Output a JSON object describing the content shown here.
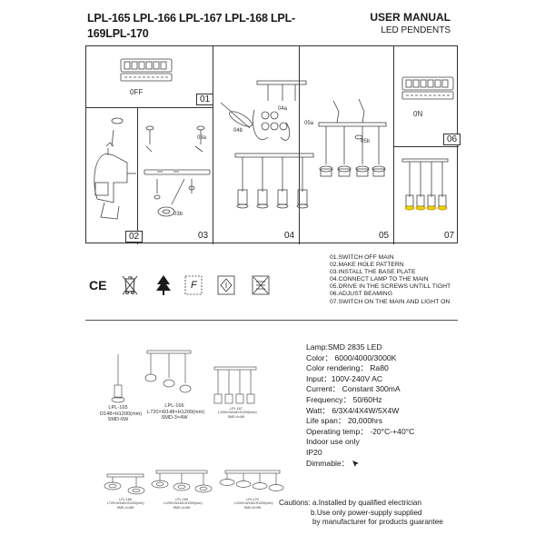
{
  "header": {
    "models": "LPL-165 LPL-166 LPL-167 LPL-168 LPL-169LPL-170",
    "title": "USER MANUAL",
    "subtitle": "LED PENDENTS"
  },
  "panels": {
    "p01": {
      "num": "01",
      "label": "0FF"
    },
    "p02": {
      "num": "02"
    },
    "p03": {
      "num": "03",
      "label_a": "03a",
      "label_b": "03b"
    },
    "p04": {
      "num": "04",
      "label_a": "04a",
      "label_b": "04b"
    },
    "p05": {
      "num": "05",
      "label_a": "05a",
      "label_b": "05b"
    },
    "p06": {
      "num": "06",
      "label": "0N"
    },
    "p07": {
      "num": "07"
    }
  },
  "steps": [
    "01.SWITCH OFF MAIN",
    "02.MAKE HOLE PATTERN",
    "03.INSTALL THE BASE PLATE",
    "04.CONNECT LAMP TO THE MAIN",
    "05.DRIVE IN THE SCREWS UNTILL TIGHT",
    "06.ADJUST BEAMING",
    "07.SWITCH ON THE MAIN AND LIGHT ON"
  ],
  "certifications": [
    "CE",
    "F"
  ],
  "products": [
    {
      "model": "LPL-165",
      "dims": "D148×H1200(mm)",
      "power": "SMD-6W"
    },
    {
      "model": "LPL-166",
      "dims": "L720×W148×H1200(mm)",
      "power": "SMD-3×4W"
    },
    {
      "model": "LPL-167",
      "dims": "L1000×W148×H1200(mm)",
      "power": "SMD-4×4W"
    },
    {
      "model": "LPL-168",
      "dims": "L720×W148×H1200(mm)",
      "power": "SMD-4×4W"
    },
    {
      "model": "LPL-169",
      "dims": "L1200×W148×H1200(mm)",
      "power": "SMD-4×4W"
    },
    {
      "model": "LPL-170",
      "dims": "L1200×W148×H1200(mm)",
      "power": "SMD-5×4W"
    }
  ],
  "specs": {
    "lamp": "Lamp:SMD 2835 LED",
    "color": "Color： 6000/4000/3000K",
    "rendering": "Color rendering： Ra80",
    "input": "Input：100V-240V AC",
    "current": "Current： Constant 300mA",
    "frequency": "Frequency： 50/60Hz",
    "watt": "Watt： 6/3X4/4X4W/5X4W",
    "life": "Life span： 20,000hrs",
    "temp": "Operating temp： -20°C-+40°C",
    "indoor": "Indoor use only",
    "ip": "IP20",
    "dimmable": "Dimmable："
  },
  "cautions": {
    "label": "Cautions:",
    "line_a": "a.Installed by qualified electrician",
    "line_b": "b.Use only power-supply supplied",
    "line_c": "by manufacturer for products guarantee"
  }
}
